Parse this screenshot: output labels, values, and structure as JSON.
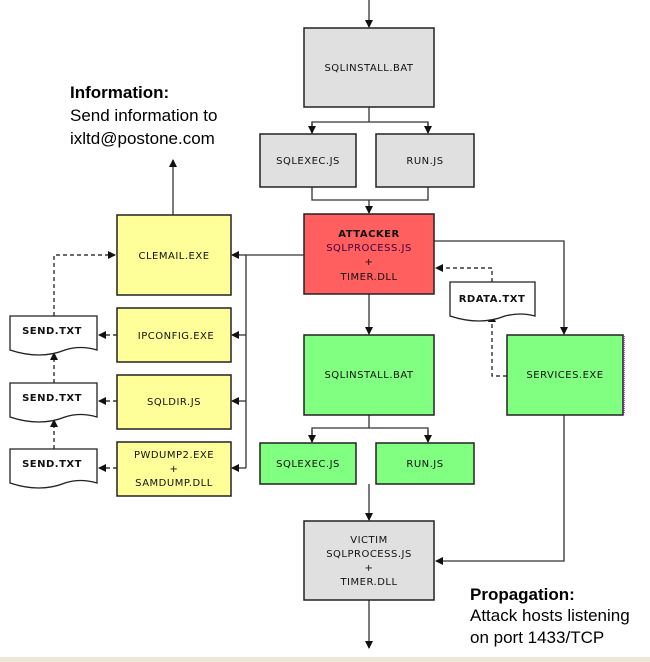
{
  "colors": {
    "gray": "#E0E0E0",
    "red": "#FF5F5F",
    "green": "#80FF80",
    "yellow": "#FFFF99"
  },
  "top": {
    "install": "SQLINSTALL.BAT",
    "exec": "SQLEXEC.JS",
    "run": "RUN.JS"
  },
  "attacker": {
    "title": "ATTACKER",
    "line1": "SQLPROCESS.JS",
    "plus": "+",
    "line2": "TIMER.DLL"
  },
  "victim_chain": {
    "install": "SQLINSTALL.BAT",
    "exec": "SQLEXEC.JS",
    "run": "RUN.JS"
  },
  "victim": {
    "title": "VICTIM",
    "line1": "SQLPROCESS.JS",
    "plus": "+",
    "line2": "TIMER.DLL"
  },
  "services": "SERVICES.EXE",
  "rdata": "RDATA.TXT",
  "info_tools": {
    "clemail": "CLEMAIL.EXE",
    "ipconfig": "IPCONFIG.EXE",
    "sqldir": "SQLDIR.JS",
    "pwdump": "PWDUMP2.EXE",
    "plus": "+",
    "samdump": "SAMDUMP.DLL"
  },
  "send_docs": [
    "SEND.TXT",
    "SEND.TXT",
    "SEND.TXT"
  ],
  "information": {
    "title": "Information:",
    "line1": "Send information to",
    "line2": "ixltd@postone.com"
  },
  "propagation": {
    "title": "Propagation:",
    "line1": "Attack hosts listening",
    "line2": "on port 1433/TCP"
  }
}
